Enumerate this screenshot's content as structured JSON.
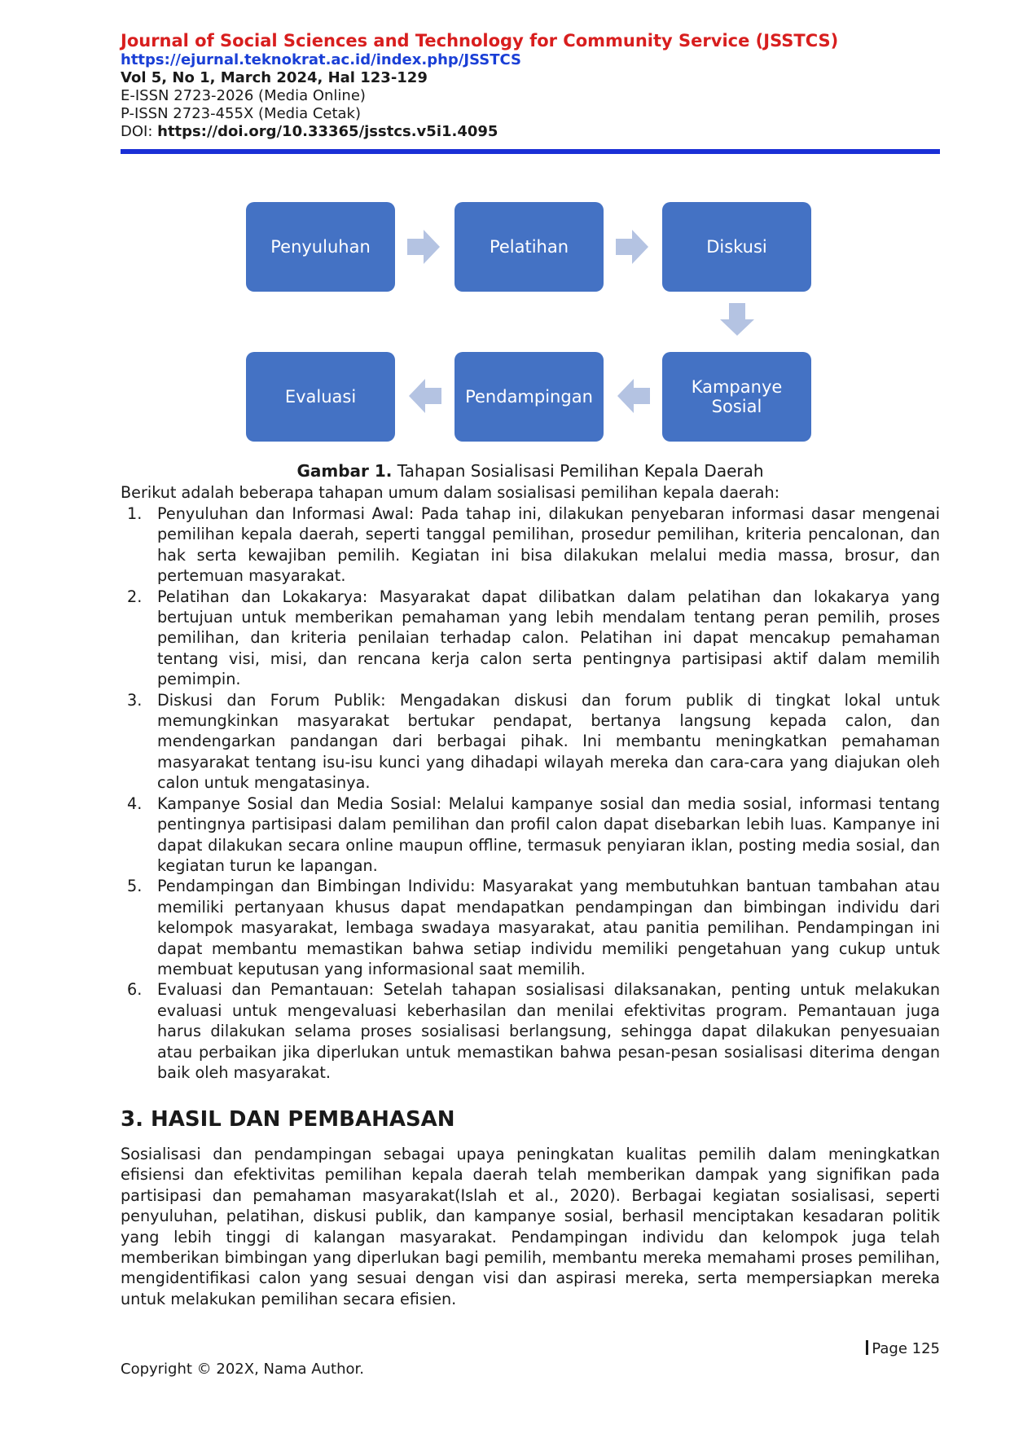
{
  "header": {
    "journal_title": "Journal of Social Sciences and Technology for Community Service (JSSTCS)",
    "journal_url": "https://ejurnal.teknokrat.ac.id/index.php/JSSTCS",
    "volume": "Vol 5, No 1, March 2024, Hal 123-129",
    "eissn": "E-ISSN 2723-2026 (Media Online)",
    "pissn": "P-ISSN 2723-455X (Media Cetak)",
    "doi_label": "DOI: ",
    "doi_value": "https://doi.org/10.33365/jsstcs.v5i1.4095"
  },
  "diagram": {
    "steps": [
      "Penyuluhan",
      "Pelatihan",
      "Diskusi",
      "Kampanye Sosial",
      "Pendampingan",
      "Evaluasi"
    ],
    "box_color": "#4472c4",
    "arrow_color": "#b4c3e2"
  },
  "caption": {
    "label": "Gambar 1.",
    "text": " Tahapan Sosialisasi Pemilihan Kepala Daerah"
  },
  "intro": "Berikut adalah beberapa tahapan umum dalam sosialisasi pemilihan kepala daerah:",
  "list": [
    {
      "num": "1.",
      "text": "Penyuluhan dan Informasi Awal: Pada tahap ini, dilakukan penyebaran informasi dasar mengenai pemilihan kepala daerah, seperti tanggal pemilihan, prosedur pemilihan, kriteria pencalonan, dan hak serta kewajiban pemilih. Kegiatan ini bisa dilakukan melalui media massa, brosur, dan pertemuan masyarakat."
    },
    {
      "num": "2.",
      "text": "Pelatihan dan Lokakarya: Masyarakat dapat dilibatkan dalam pelatihan dan lokakarya yang bertujuan untuk memberikan pemahaman yang lebih mendalam tentang peran pemilih, proses pemilihan, dan kriteria penilaian terhadap calon. Pelatihan ini dapat mencakup pemahaman tentang visi, misi, dan rencana kerja calon serta pentingnya partisipasi aktif dalam memilih pemimpin."
    },
    {
      "num": "3.",
      "text": "Diskusi dan Forum Publik: Mengadakan diskusi dan forum publik di tingkat lokal untuk memungkinkan masyarakat bertukar pendapat, bertanya langsung kepada calon, dan mendengarkan pandangan dari berbagai pihak. Ini membantu meningkatkan pemahaman masyarakat tentang isu-isu kunci yang dihadapi wilayah mereka dan cara-cara yang diajukan oleh calon untuk mengatasinya."
    },
    {
      "num": "4.",
      "text": "Kampanye Sosial dan Media Sosial: Melalui kampanye sosial dan media sosial, informasi tentang pentingnya partisipasi dalam pemilihan dan profil calon dapat disebarkan lebih luas. Kampanye ini dapat dilakukan secara online maupun offline, termasuk penyiaran iklan, posting media sosial, dan kegiatan turun ke lapangan."
    },
    {
      "num": "5.",
      "text": "Pendampingan dan Bimbingan Individu: Masyarakat yang membutuhkan bantuan tambahan atau memiliki pertanyaan khusus dapat mendapatkan pendampingan dan bimbingan individu dari kelompok masyarakat, lembaga swadaya masyarakat, atau panitia pemilihan. Pendampingan ini dapat membantu memastikan bahwa setiap individu memiliki pengetahuan yang cukup untuk membuat keputusan yang informasional saat memilih."
    },
    {
      "num": "6.",
      "text": "Evaluasi dan Pemantauan: Setelah tahapan sosialisasi dilaksanakan, penting untuk melakukan evaluasi untuk mengevaluasi keberhasilan dan menilai efektivitas program. Pemantauan juga harus dilakukan selama proses sosialisasi berlangsung, sehingga dapat dilakukan penyesuaian atau perbaikan jika diperlukan untuk memastikan bahwa pesan-pesan sosialisasi diterima dengan baik oleh masyarakat."
    }
  ],
  "section": {
    "title": "3. HASIL DAN PEMBAHASAN",
    "paragraph": "Sosialisasi dan pendampingan sebagai upaya peningkatan kualitas pemilih dalam meningkatkan efisiensi dan efektivitas pemilihan kepala daerah telah memberikan dampak yang signifikan pada partisipasi dan pemahaman masyarakat(Islah et al., 2020). Berbagai kegiatan sosialisasi, seperti penyuluhan, pelatihan, diskusi publik, dan kampanye sosial, berhasil menciptakan kesadaran politik yang lebih tinggi di kalangan masyarakat. Pendampingan individu dan kelompok juga telah memberikan bimbingan yang diperlukan bagi pemilih, membantu mereka memahami proses pemilihan, mengidentifikasi calon yang sesuai dengan visi dan aspirasi mereka, serta mempersiapkan mereka untuk melakukan pemilihan secara efisien."
  },
  "footer": {
    "page": "Page 125",
    "copyright": "Copyright © 202X,  Nama Author."
  }
}
